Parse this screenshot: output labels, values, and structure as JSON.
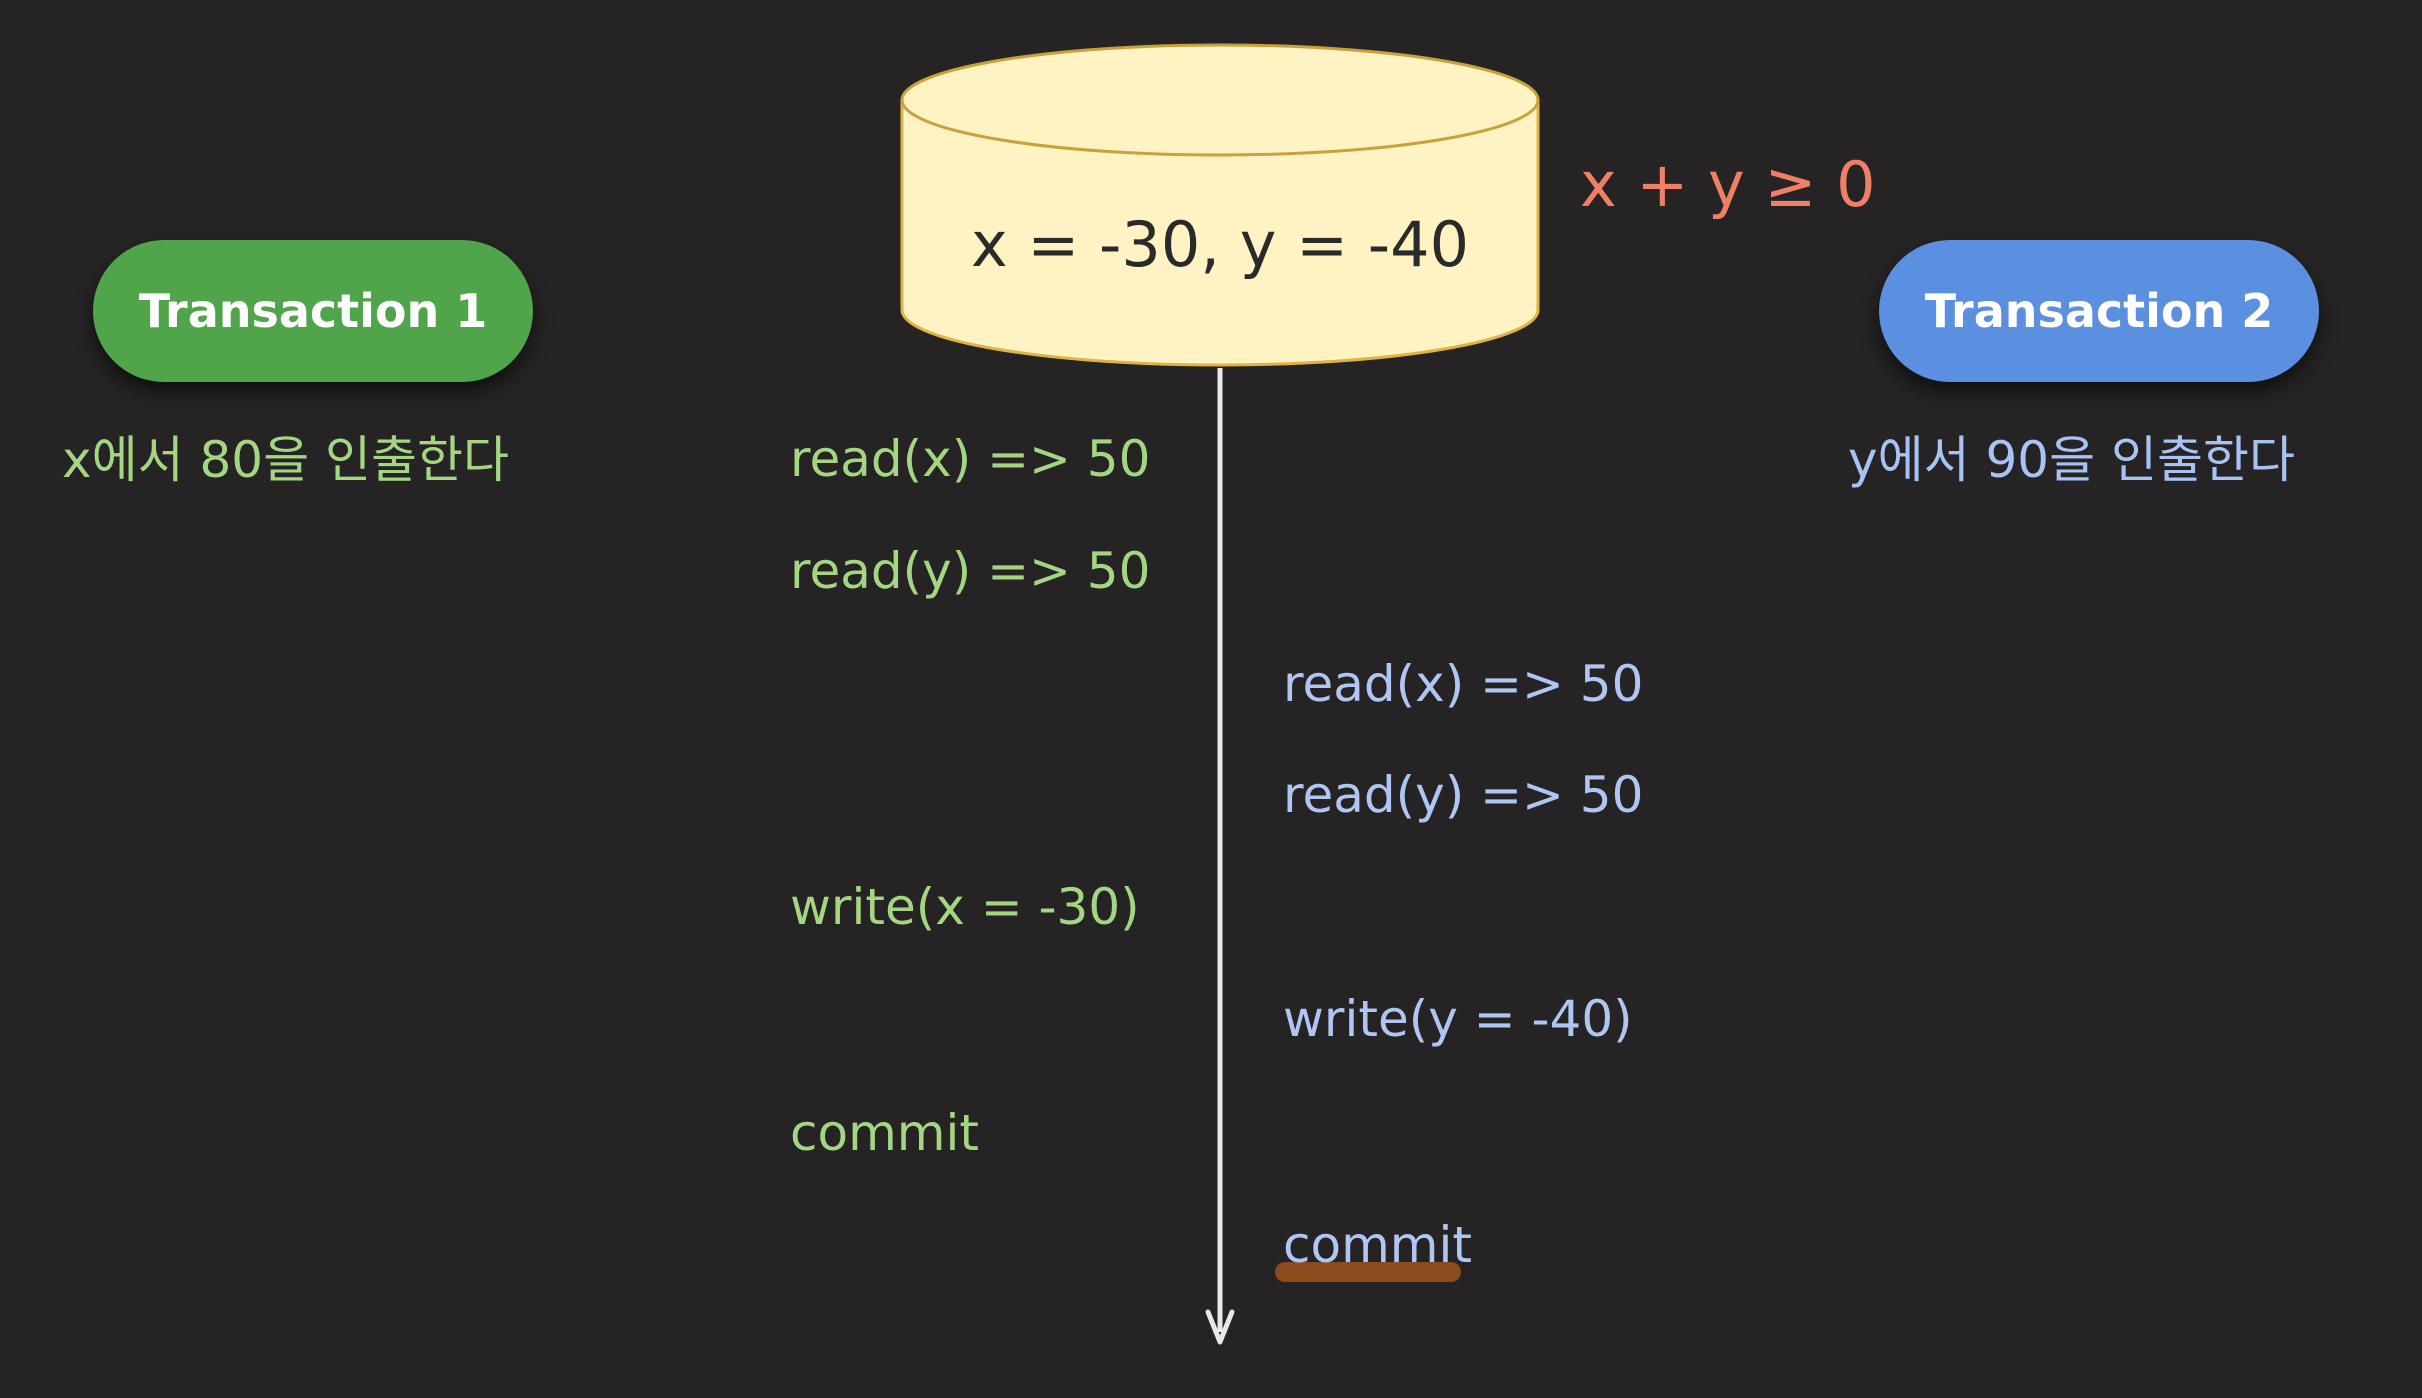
{
  "database": {
    "state": "x = -30, y = -40",
    "constraint": "x + y ≥ 0"
  },
  "transaction1": {
    "label": "Transaction 1",
    "description": "x에서 80을 인출한다",
    "operations": [
      "read(x) => 50",
      "read(y) => 50",
      "write(x = -30)",
      "commit"
    ]
  },
  "transaction2": {
    "label": "Transaction 2",
    "description": "y에서 90을 인출한다",
    "operations": [
      "read(x) => 50",
      "read(y) => 50",
      "write(y = -40)",
      "commit"
    ]
  },
  "colors": {
    "background": "#252324",
    "transaction1": "#50a54b",
    "transaction2": "#5b8fe0",
    "database_fill": "#fff3c4",
    "constraint": "#f07f67"
  },
  "icons": {
    "timeline": "arrow-down-icon",
    "database": "cylinder-icon"
  }
}
